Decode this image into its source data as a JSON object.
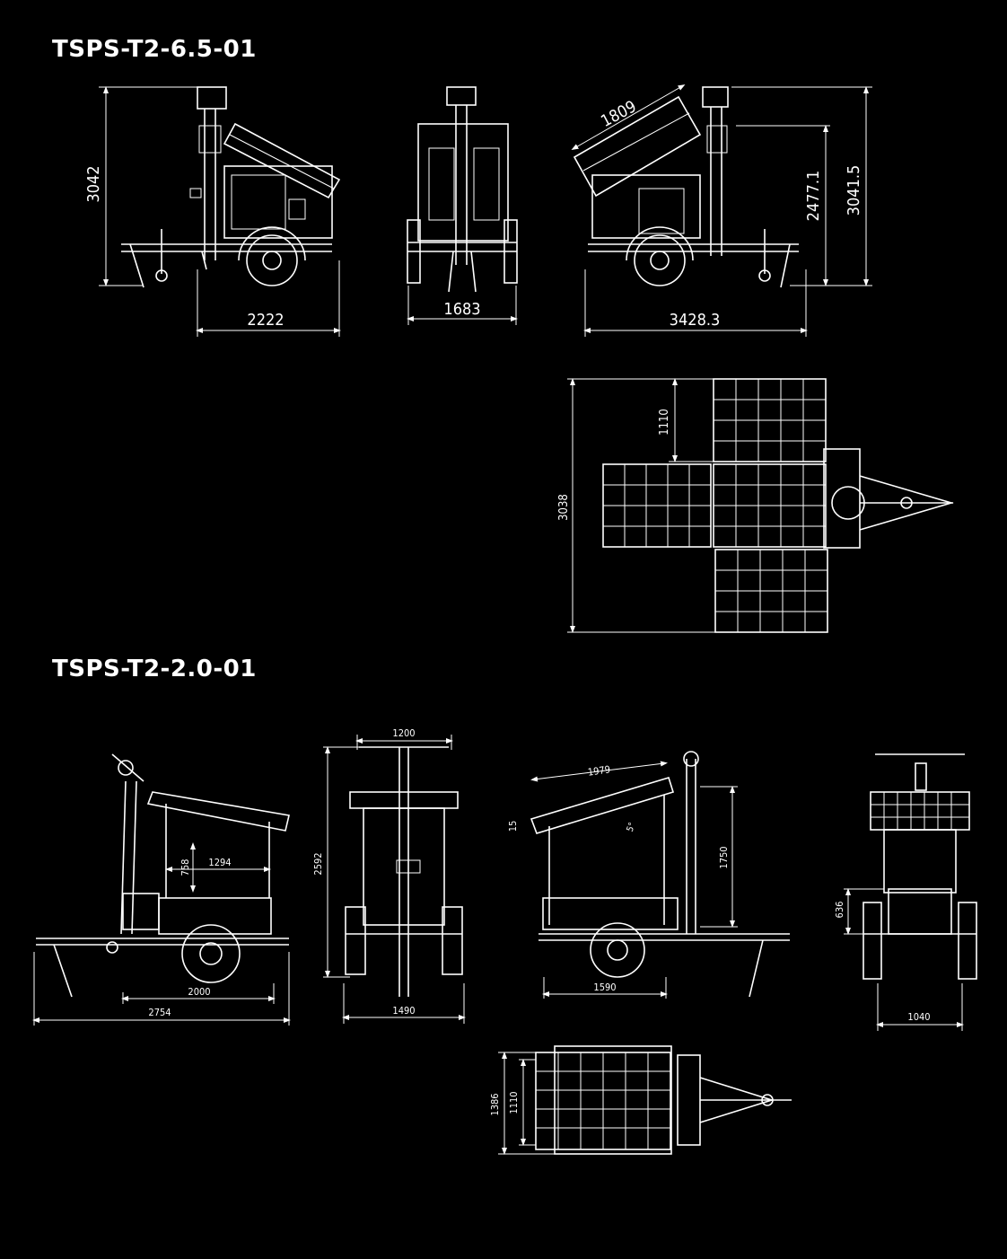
{
  "models": [
    {
      "title": "TSPS-T2-6.5-01",
      "dimensions": {
        "side_height": "3042",
        "side_wheelbase": "2222",
        "front_width": "1683",
        "panel_length": "1809",
        "panel_height": "2477.1",
        "total_height": "3041.5",
        "total_length": "3428.3",
        "top_panel_width": "1110",
        "top_total_width": "3038"
      }
    },
    {
      "title": "TSPS-T2-2.0-01",
      "dimensions": {
        "side_panel_height": "758",
        "side_panel_length": "1294",
        "side_axle_span": "2000",
        "side_total_length": "2754",
        "front_top_width": "1200",
        "front_total_height": "2592",
        "front_width": "1490",
        "rear_panel_length": "1979",
        "rear_tilt": "15",
        "rear_angle": "5°",
        "rear_height": "1750",
        "rear_span": "1590",
        "back_height": "636",
        "back_width": "1040",
        "top_width_outer": "1386",
        "top_width_inner": "1110"
      }
    }
  ]
}
